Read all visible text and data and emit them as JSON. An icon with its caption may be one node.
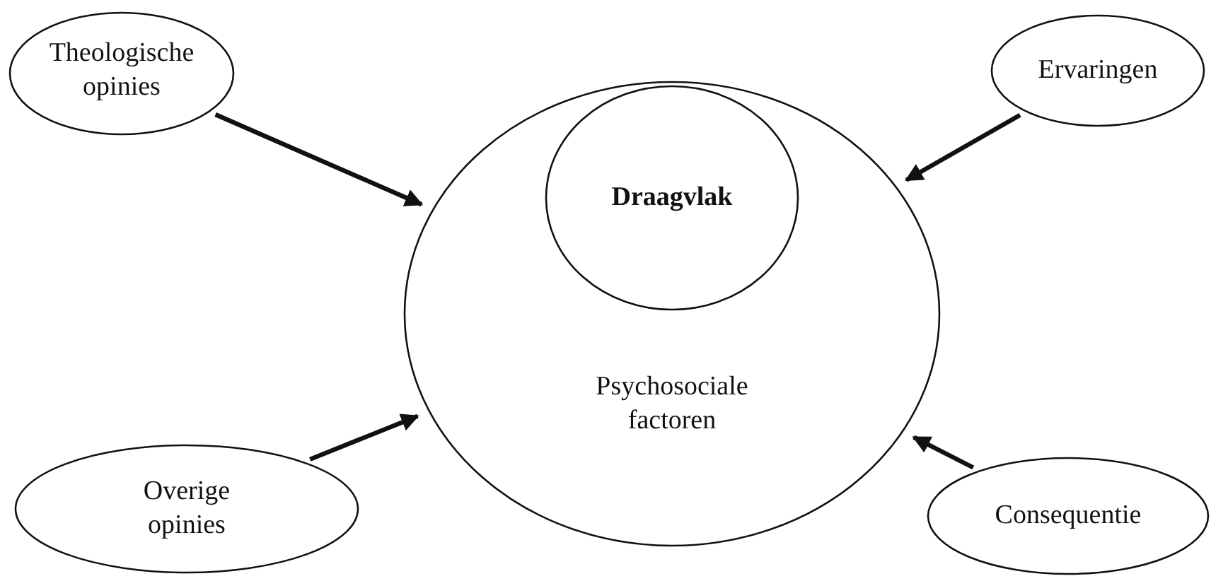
{
  "diagram": {
    "nodes": [
      {
        "text": [
          "Psychosociale factoren"
        ]
      },
      {
        "text": [
          "Draagvlak"
        ],
        "in": 0
      },
      {
        "text": [
          "Theologische opinies"
        ]
      },
      {
        "text": [
          "Ervaringen"
        ]
      },
      {
        "text": [
          "Overige opinies"
        ]
      },
      {
        "text": [
          "Consequentie"
        ]
      }
    ],
    "edges": [
      {
        "from": 2,
        "to": 0,
        "arrow": "to"
      },
      {
        "from": 3,
        "to": 0,
        "arrow": "to"
      },
      {
        "from": 4,
        "to": 0,
        "arrow": "to"
      },
      {
        "from": 5,
        "to": 0,
        "arrow": "to"
      }
    ]
  }
}
